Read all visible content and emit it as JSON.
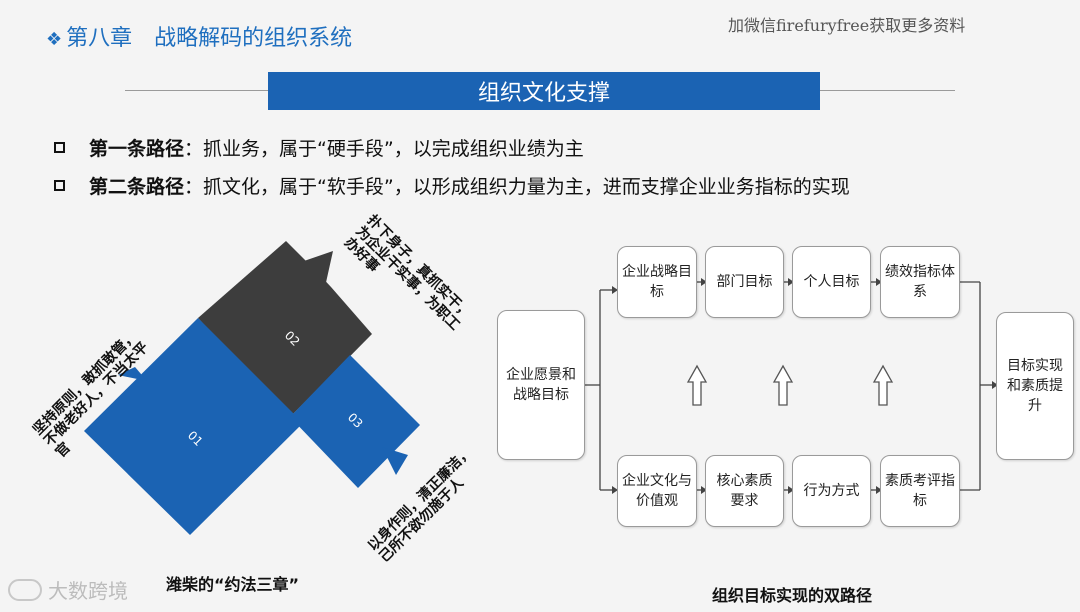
{
  "header": {
    "title": "第八章　战略解码的组织系统",
    "watermark": "加微信firefuryfree获取更多资料"
  },
  "banner": {
    "label": "组织文化支撑"
  },
  "bullets": [
    {
      "bold": "第一条路径",
      "text": "：抓业务，属于“硬手段”，以完成组织业绩为主"
    },
    {
      "bold": "第二条路径",
      "text": "：抓文化，属于“软手段”，以形成组织力量为主，进而支撑企业业务指标的实现"
    }
  ],
  "left_diagram": {
    "blocks": [
      {
        "number": "01",
        "color": "#1b63b3"
      },
      {
        "number": "02",
        "color": "#3d3d3d"
      },
      {
        "number": "03",
        "color": "#1b63b3"
      }
    ],
    "label_01": [
      "坚持原则，敢抓敢管，",
      "不做老好人，不当太平",
      "官"
    ],
    "label_02": [
      "扑下身子，真抓实干，",
      "为企业干实事，为职工",
      "办好事"
    ],
    "label_03": [
      "以身作则，清正廉洁，",
      "己所不欲勿施于人"
    ],
    "caption": "潍柴的“约法三章”"
  },
  "logo": {
    "text": "大数跨境"
  },
  "flow": {
    "start": "企业愿景和战略目标",
    "top_row": [
      "企业战略目标",
      "部门目标",
      "个人目标",
      "绩效指标体系"
    ],
    "bottom_row": [
      "企业文化与价值观",
      "核心素质要求",
      "行为方式",
      "素质考评指标"
    ],
    "end": "目标实现和素质提升",
    "caption": "组织目标实现的双路径"
  }
}
